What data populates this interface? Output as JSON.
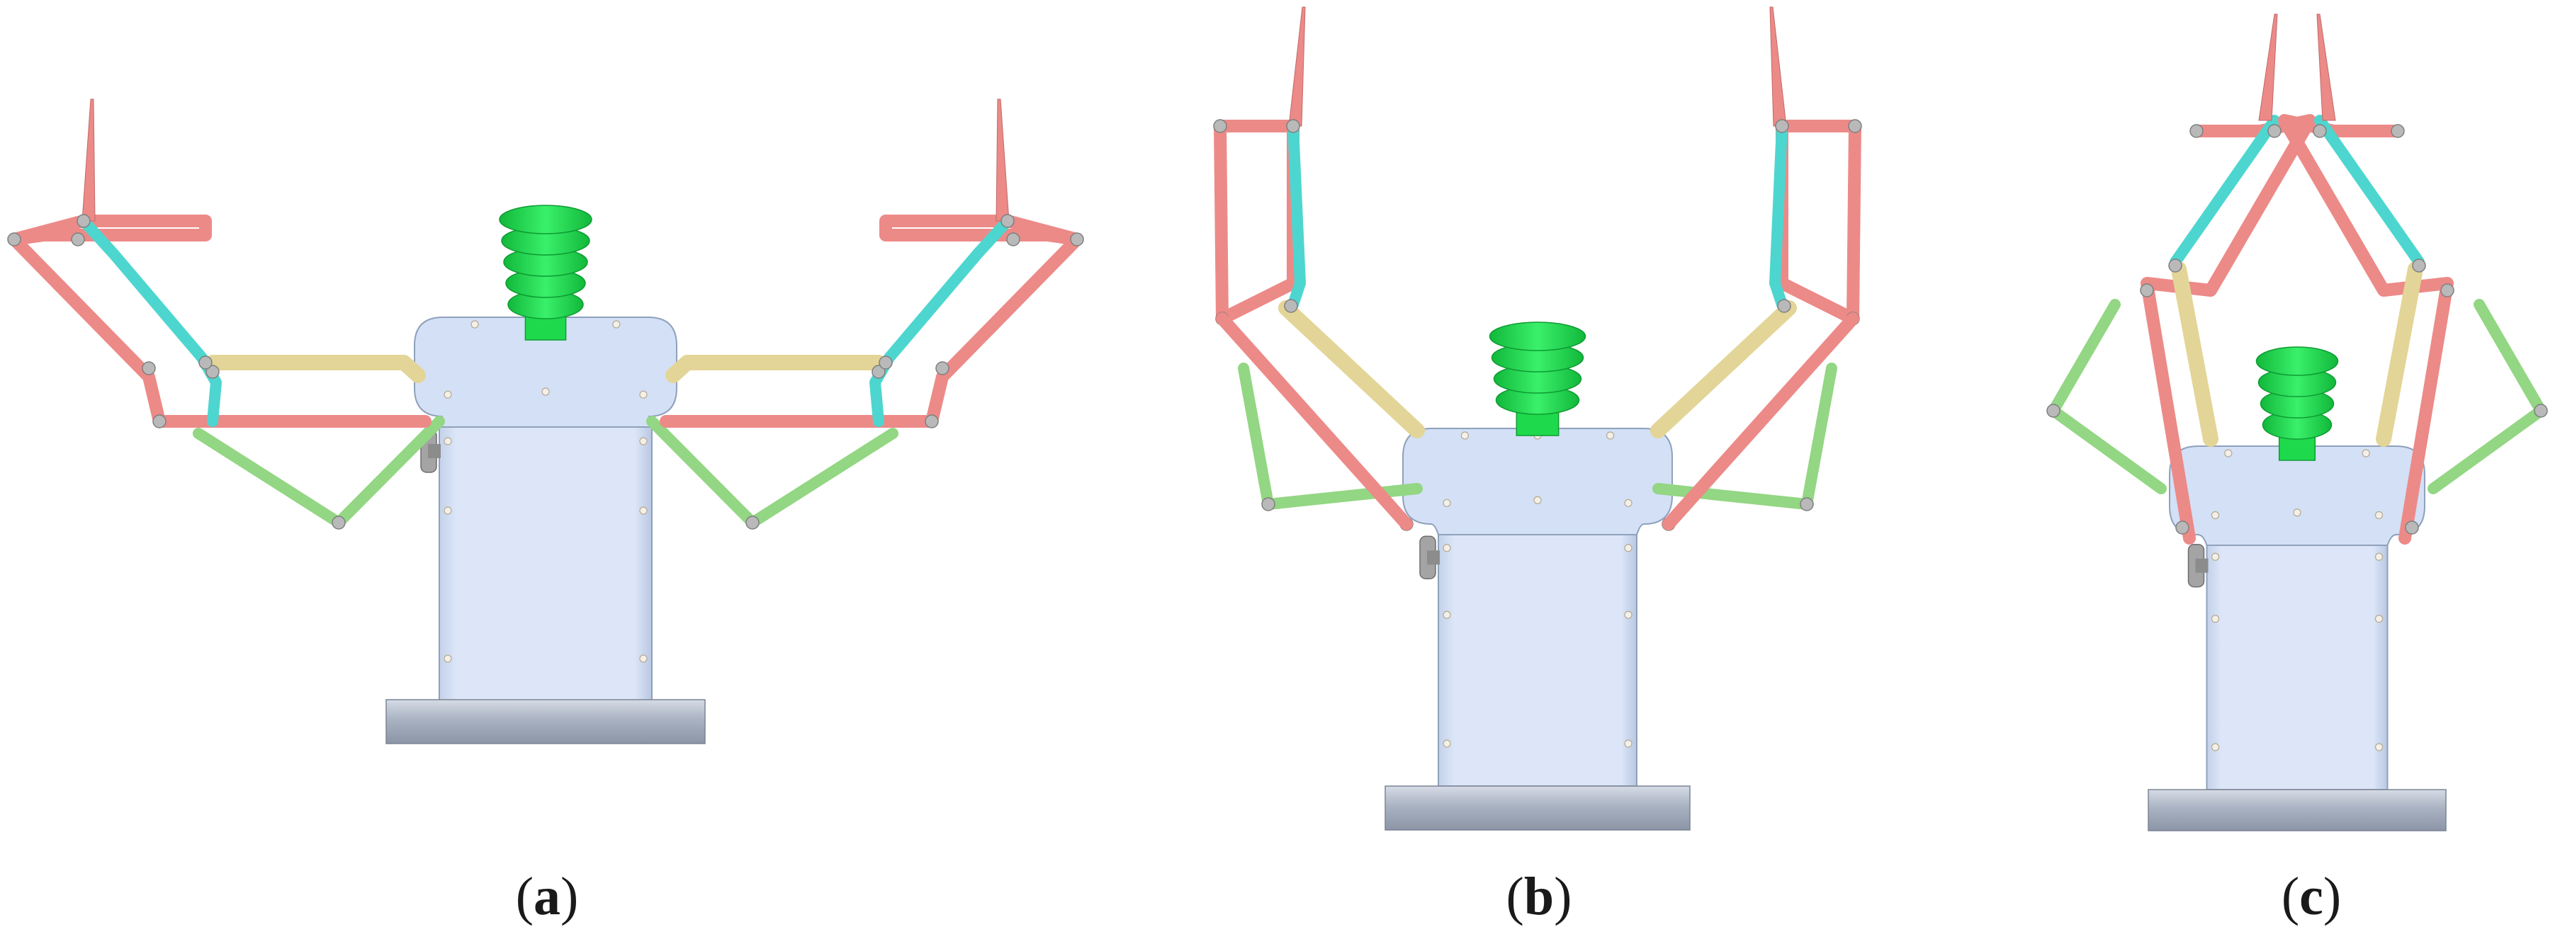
{
  "figure": {
    "panels": [
      {
        "id": "a",
        "label_open": "(",
        "label_letter": "a",
        "label_close": ")",
        "state": "fully-open"
      },
      {
        "id": "b",
        "label_open": "(",
        "label_letter": "b",
        "label_close": ")",
        "state": "half-closed"
      },
      {
        "id": "c",
        "label_open": "(",
        "label_letter": "c",
        "label_close": ")",
        "state": "closed"
      }
    ],
    "colors": {
      "outer_link": "#ec8a88",
      "inner_link": "#4dd6cf",
      "driver_link": "#e3d597",
      "lower_link": "#93d683",
      "suction_cup": "#1ed94c",
      "body": "#d3e0f6",
      "body_edge": "#8fa1bb",
      "base": "#a3adbe",
      "pin": "#b9b9b9",
      "fitting": "#9d9d9d"
    },
    "icons": {
      "joint": "pin-joint-icon",
      "suction": "bellows-suction-cup-icon",
      "fitting": "pneumatic-fitting-icon"
    }
  }
}
